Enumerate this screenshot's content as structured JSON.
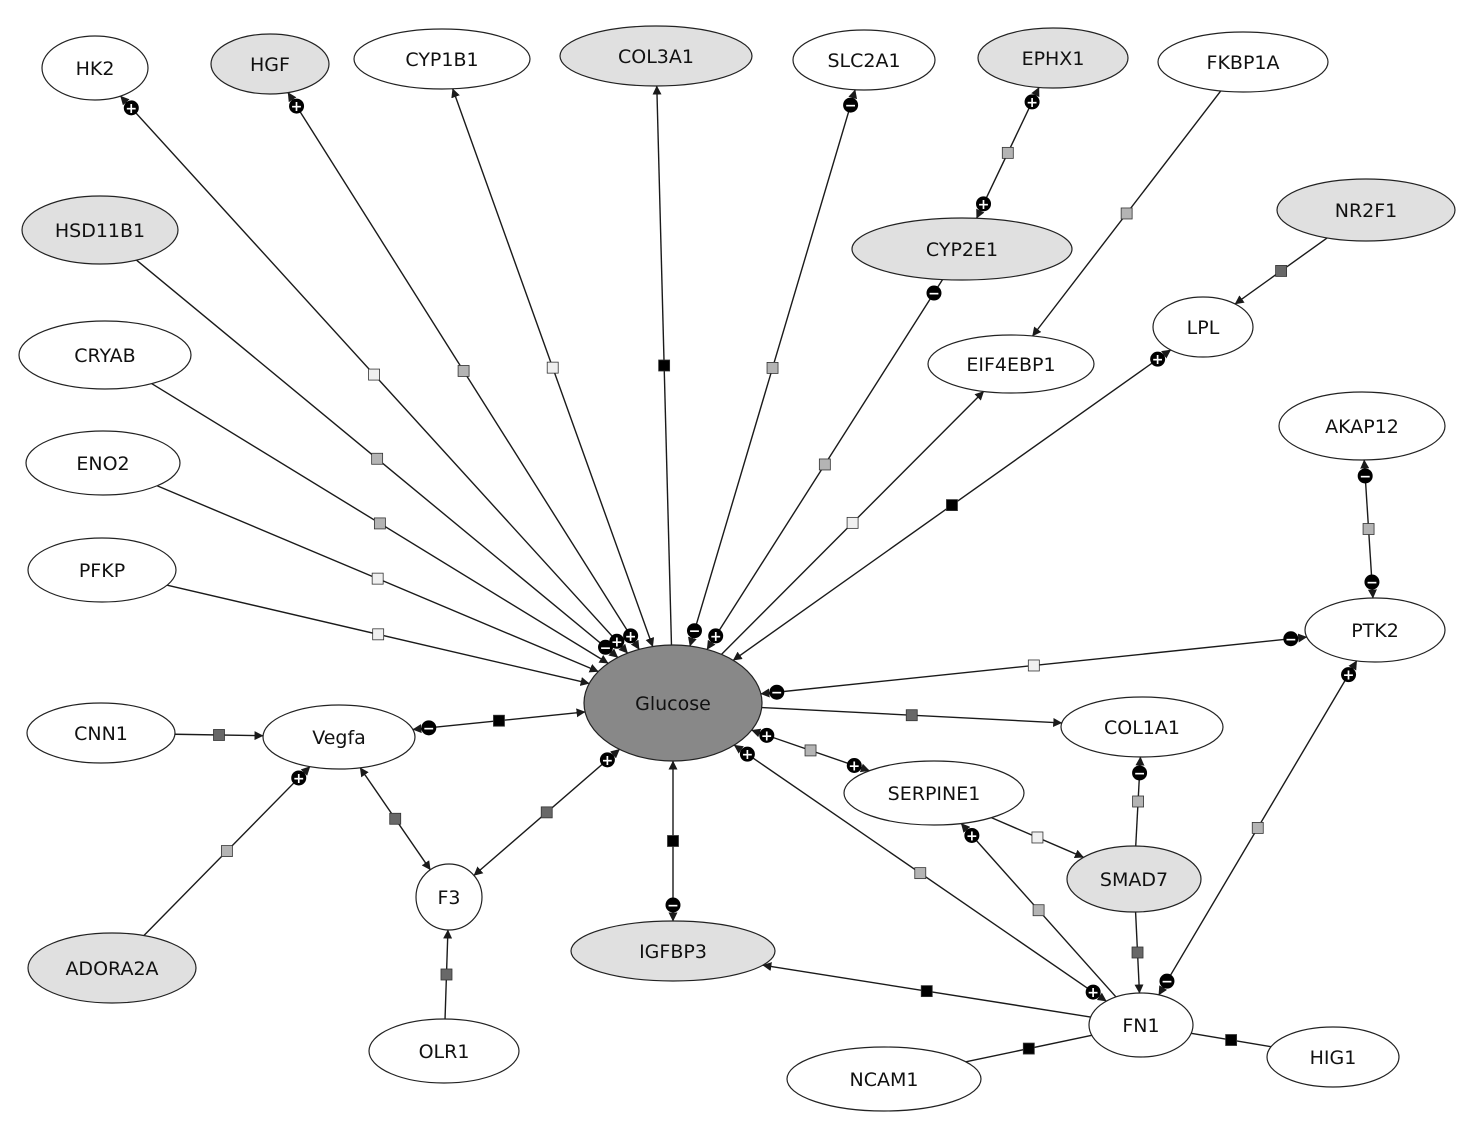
{
  "colors": {
    "node_plain": "#ffffff",
    "node_shaded": "#e0e0e0",
    "hub_fill": "#888888",
    "hub_text": "#ffffff",
    "edge": "#1a1a1a",
    "marker_light": "#f0f0f0",
    "marker_mid": "#b4b4b4",
    "marker_dark": "#686868",
    "marker_black": "#000000"
  },
  "nodes": [
    {
      "id": "HK2",
      "label": "HK2",
      "style": "plain"
    },
    {
      "id": "HGF",
      "label": "HGF",
      "style": "shaded"
    },
    {
      "id": "CYP1B1",
      "label": "CYP1B1",
      "style": "plain"
    },
    {
      "id": "COL3A1",
      "label": "COL3A1",
      "style": "shaded"
    },
    {
      "id": "SLC2A1",
      "label": "SLC2A1",
      "style": "plain"
    },
    {
      "id": "EPHX1",
      "label": "EPHX1",
      "style": "shaded"
    },
    {
      "id": "FKBP1A",
      "label": "FKBP1A",
      "style": "plain"
    },
    {
      "id": "HSD11B1",
      "label": "HSD11B1",
      "style": "shaded"
    },
    {
      "id": "CYP2E1",
      "label": "CYP2E1",
      "style": "shaded"
    },
    {
      "id": "NR2F1",
      "label": "NR2F1",
      "style": "shaded"
    },
    {
      "id": "CRYAB",
      "label": "CRYAB",
      "style": "plain"
    },
    {
      "id": "LPL",
      "label": "LPL",
      "style": "plain"
    },
    {
      "id": "EIF4EBP1",
      "label": "EIF4EBP1",
      "style": "plain"
    },
    {
      "id": "ENO2",
      "label": "ENO2",
      "style": "plain"
    },
    {
      "id": "AKAP12",
      "label": "AKAP12",
      "style": "plain"
    },
    {
      "id": "PFKP",
      "label": "PFKP",
      "style": "plain"
    },
    {
      "id": "PTK2",
      "label": "PTK2",
      "style": "plain"
    },
    {
      "id": "Glucose",
      "label": "Glucose",
      "style": "hub"
    },
    {
      "id": "CNN1",
      "label": "CNN1",
      "style": "plain"
    },
    {
      "id": "Vegfa",
      "label": "Vegfa",
      "style": "plain"
    },
    {
      "id": "COL1A1",
      "label": "COL1A1",
      "style": "plain"
    },
    {
      "id": "SERPINE1",
      "label": "SERPINE1",
      "style": "plain"
    },
    {
      "id": "SMAD7",
      "label": "SMAD7",
      "style": "shaded"
    },
    {
      "id": "F3",
      "label": "F3",
      "style": "plain"
    },
    {
      "id": "IGFBP3",
      "label": "IGFBP3",
      "style": "shaded"
    },
    {
      "id": "ADORA2A",
      "label": "ADORA2A",
      "style": "shaded"
    },
    {
      "id": "FN1",
      "label": "FN1",
      "style": "plain"
    },
    {
      "id": "OLR1",
      "label": "OLR1",
      "style": "plain"
    },
    {
      "id": "HIG1",
      "label": "HIG1",
      "style": "plain"
    },
    {
      "id": "NCAM1",
      "label": "NCAM1",
      "style": "plain"
    }
  ],
  "edges": [
    {
      "from": "HK2",
      "to": "Glucose",
      "arrow_from": true,
      "arrow_to": true,
      "marker": "light",
      "sign_from": "+",
      "sign_to": "+"
    },
    {
      "from": "HGF",
      "to": "Glucose",
      "arrow_from": true,
      "arrow_to": true,
      "marker": "mid",
      "sign_from": "+",
      "sign_to": "+"
    },
    {
      "from": "CYP1B1",
      "to": "Glucose",
      "arrow_from": true,
      "arrow_to": true,
      "marker": "light"
    },
    {
      "from": "COL3A1",
      "to": "Glucose",
      "arrow_from": true,
      "arrow_to": false,
      "marker": "black"
    },
    {
      "from": "SLC2A1",
      "to": "Glucose",
      "arrow_from": true,
      "arrow_to": true,
      "marker": "mid",
      "sign_from": "-",
      "sign_to": "-"
    },
    {
      "from": "CYP2E1",
      "to": "Glucose",
      "arrow_from": false,
      "arrow_to": true,
      "marker": "mid",
      "sign_from": "-",
      "sign_to": "+"
    },
    {
      "from": "EIF4EBP1",
      "to": "Glucose",
      "arrow_from": true,
      "arrow_to": false,
      "marker": "light"
    },
    {
      "from": "LPL",
      "to": "Glucose",
      "arrow_from": true,
      "arrow_to": true,
      "marker": "black",
      "sign_from": "+"
    },
    {
      "from": "HSD11B1",
      "to": "Glucose",
      "arrow_from": false,
      "arrow_to": true,
      "marker": "mid",
      "sign_to": "-"
    },
    {
      "from": "CRYAB",
      "to": "Glucose",
      "arrow_from": false,
      "arrow_to": true,
      "marker": "mid"
    },
    {
      "from": "ENO2",
      "to": "Glucose",
      "arrow_from": false,
      "arrow_to": true,
      "marker": "light"
    },
    {
      "from": "PFKP",
      "to": "Glucose",
      "arrow_from": false,
      "arrow_to": true,
      "marker": "light"
    },
    {
      "from": "PTK2",
      "to": "Glucose",
      "arrow_from": true,
      "arrow_to": true,
      "marker": "light",
      "sign_from": "-",
      "sign_to": "-"
    },
    {
      "from": "Vegfa",
      "to": "Glucose",
      "arrow_from": true,
      "arrow_to": true,
      "marker": "black",
      "sign_from": "-"
    },
    {
      "from": "Glucose",
      "to": "COL1A1",
      "arrow_from": false,
      "arrow_to": true,
      "marker": "dark"
    },
    {
      "from": "SERPINE1",
      "to": "Glucose",
      "arrow_from": true,
      "arrow_to": true,
      "marker": "mid",
      "sign_from": "+",
      "sign_to": "+"
    },
    {
      "from": "F3",
      "to": "Glucose",
      "arrow_from": true,
      "arrow_to": true,
      "marker": "dark",
      "sign_to": "+"
    },
    {
      "from": "IGFBP3",
      "to": "Glucose",
      "arrow_from": true,
      "arrow_to": true,
      "marker": "black",
      "sign_from": "-"
    },
    {
      "from": "FN1",
      "to": "Glucose",
      "arrow_from": true,
      "arrow_to": true,
      "marker": "mid",
      "sign_from": "+",
      "sign_to": "+"
    },
    {
      "from": "EPHX1",
      "to": "CYP2E1",
      "arrow_from": true,
      "arrow_to": true,
      "marker": "mid",
      "sign_from": "+",
      "sign_to": "+"
    },
    {
      "from": "FKBP1A",
      "to": "EIF4EBP1",
      "arrow_from": false,
      "arrow_to": true,
      "marker": "mid"
    },
    {
      "from": "NR2F1",
      "to": "LPL",
      "arrow_from": false,
      "arrow_to": true,
      "marker": "dark"
    },
    {
      "from": "AKAP12",
      "to": "PTK2",
      "arrow_from": true,
      "arrow_to": true,
      "marker": "mid",
      "sign_from": "-",
      "sign_to": "-"
    },
    {
      "from": "FN1",
      "to": "PTK2",
      "arrow_from": true,
      "arrow_to": true,
      "marker": "mid",
      "sign_from": "-",
      "sign_to": "+"
    },
    {
      "from": "CNN1",
      "to": "Vegfa",
      "arrow_from": false,
      "arrow_to": true,
      "marker": "dark"
    },
    {
      "from": "ADORA2A",
      "to": "Vegfa",
      "arrow_from": false,
      "arrow_to": true,
      "marker": "mid",
      "sign_to": "+"
    },
    {
      "from": "Vegfa",
      "to": "F3",
      "arrow_from": true,
      "arrow_to": true,
      "marker": "dark"
    },
    {
      "from": "OLR1",
      "to": "F3",
      "arrow_from": false,
      "arrow_to": true,
      "marker": "dark"
    },
    {
      "from": "SERPINE1",
      "to": "SMAD7",
      "arrow_from": false,
      "arrow_to": true,
      "marker": "light"
    },
    {
      "from": "SMAD7",
      "to": "COL1A1",
      "arrow_from": false,
      "arrow_to": true,
      "marker": "mid",
      "sign_to": "-"
    },
    {
      "from": "SMAD7",
      "to": "FN1",
      "arrow_from": false,
      "arrow_to": true,
      "marker": "dark"
    },
    {
      "from": "FN1",
      "to": "SERPINE1",
      "arrow_from": false,
      "arrow_to": true,
      "marker": "mid",
      "sign_to": "+"
    },
    {
      "from": "FN1",
      "to": "IGFBP3",
      "arrow_from": false,
      "arrow_to": true,
      "marker": "black"
    },
    {
      "from": "FN1",
      "to": "HIG1",
      "arrow_from": false,
      "arrow_to": false,
      "marker": "black"
    },
    {
      "from": "FN1",
      "to": "NCAM1",
      "arrow_from": false,
      "arrow_to": false,
      "marker": "black"
    }
  ]
}
